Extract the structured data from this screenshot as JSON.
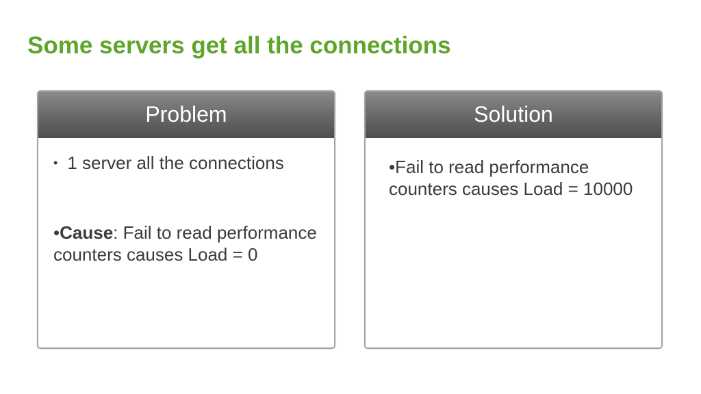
{
  "slide": {
    "title": "Some servers get all the connections"
  },
  "problem": {
    "header": "Problem",
    "bullet_1": "1 server all the connections",
    "cause_prefix": "•",
    "cause_label": "Cause",
    "cause_text": ": Fail to read performance counters causes Load = 0"
  },
  "solution": {
    "header": "Solution",
    "text": "•Fail to read performance counters causes Load = 10000"
  },
  "colors": {
    "title_green": "#5fa52a",
    "header_gray": "#6d6d6d",
    "body_text": "#3b3b3b"
  }
}
